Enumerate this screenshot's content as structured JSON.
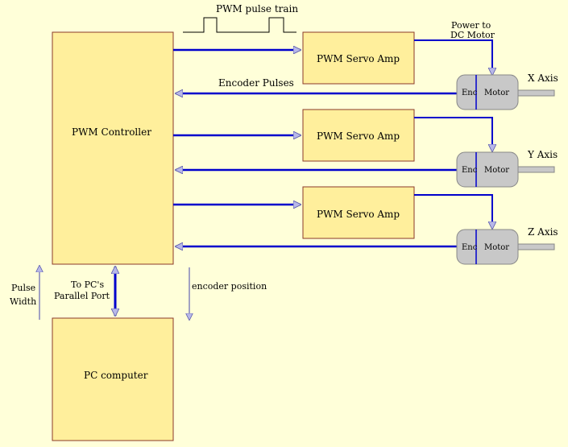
{
  "labels": {
    "pwm_pulse_train": "PWM pulse train",
    "power_to_line1": "Power to",
    "power_to_line2": "DC Motor",
    "encoder_pulses": "Encoder Pulses",
    "pwm_controller": "PWM Controller",
    "pc_computer": "PC computer",
    "to_pcs_line1": "To PC's",
    "to_pcs_line2": "Parallel Port",
    "pulse_line1": "Pulse",
    "pulse_line2": "Width",
    "encoder_position": "encoder position"
  },
  "amps": [
    {
      "label": "PWM Servo Amp"
    },
    {
      "label": "PWM Servo Amp"
    },
    {
      "label": "PWM Servo Amp"
    }
  ],
  "motors": [
    {
      "enc": "Enc",
      "motor": "Motor",
      "axis": "X Axis"
    },
    {
      "enc": "Enc",
      "motor": "Motor",
      "axis": "Y Axis"
    },
    {
      "enc": "Enc",
      "motor": "Motor",
      "axis": "Z Axis"
    }
  ],
  "colors": {
    "background": "#ffffd9",
    "box_fill": "#ffef9c",
    "box_border": "#8b3a2a",
    "signal_line": "#0000cc",
    "arrow_head": "#b8b8e8",
    "motor_fill": "#c8c8c8"
  }
}
